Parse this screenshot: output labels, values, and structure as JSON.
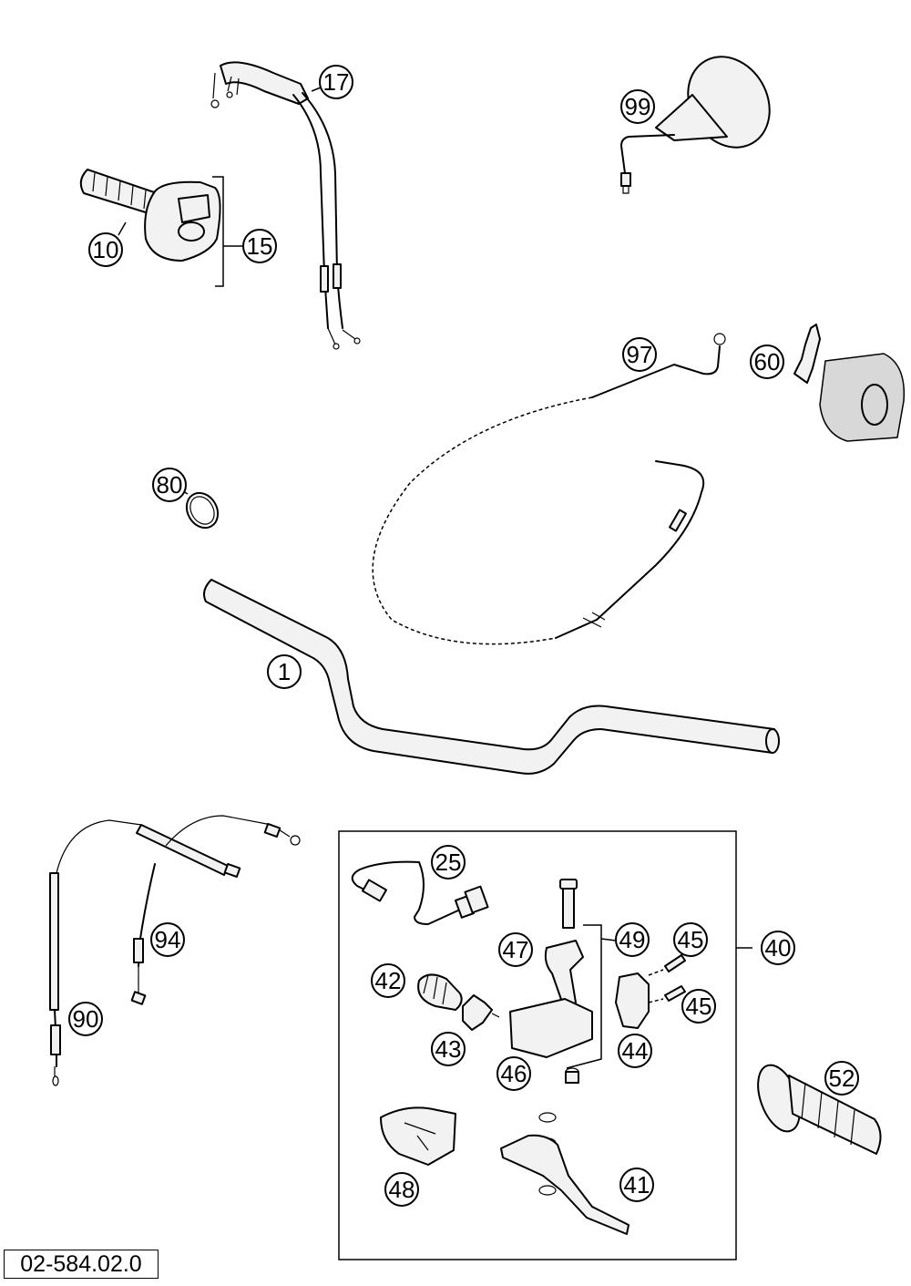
{
  "document_id": "02-584.02.0",
  "callouts": {
    "c1": "1",
    "c10": "10",
    "c15": "15",
    "c17": "17",
    "c25": "25",
    "c40": "40",
    "c41": "41",
    "c42": "42",
    "c43": "43",
    "c44": "44",
    "c45a": "45",
    "c45b": "45",
    "c46": "46",
    "c47": "47",
    "c48": "48",
    "c49": "49",
    "c52": "52",
    "c60": "60",
    "c80": "80",
    "c90": "90",
    "c94": "94",
    "c97": "97",
    "c99": "99"
  }
}
